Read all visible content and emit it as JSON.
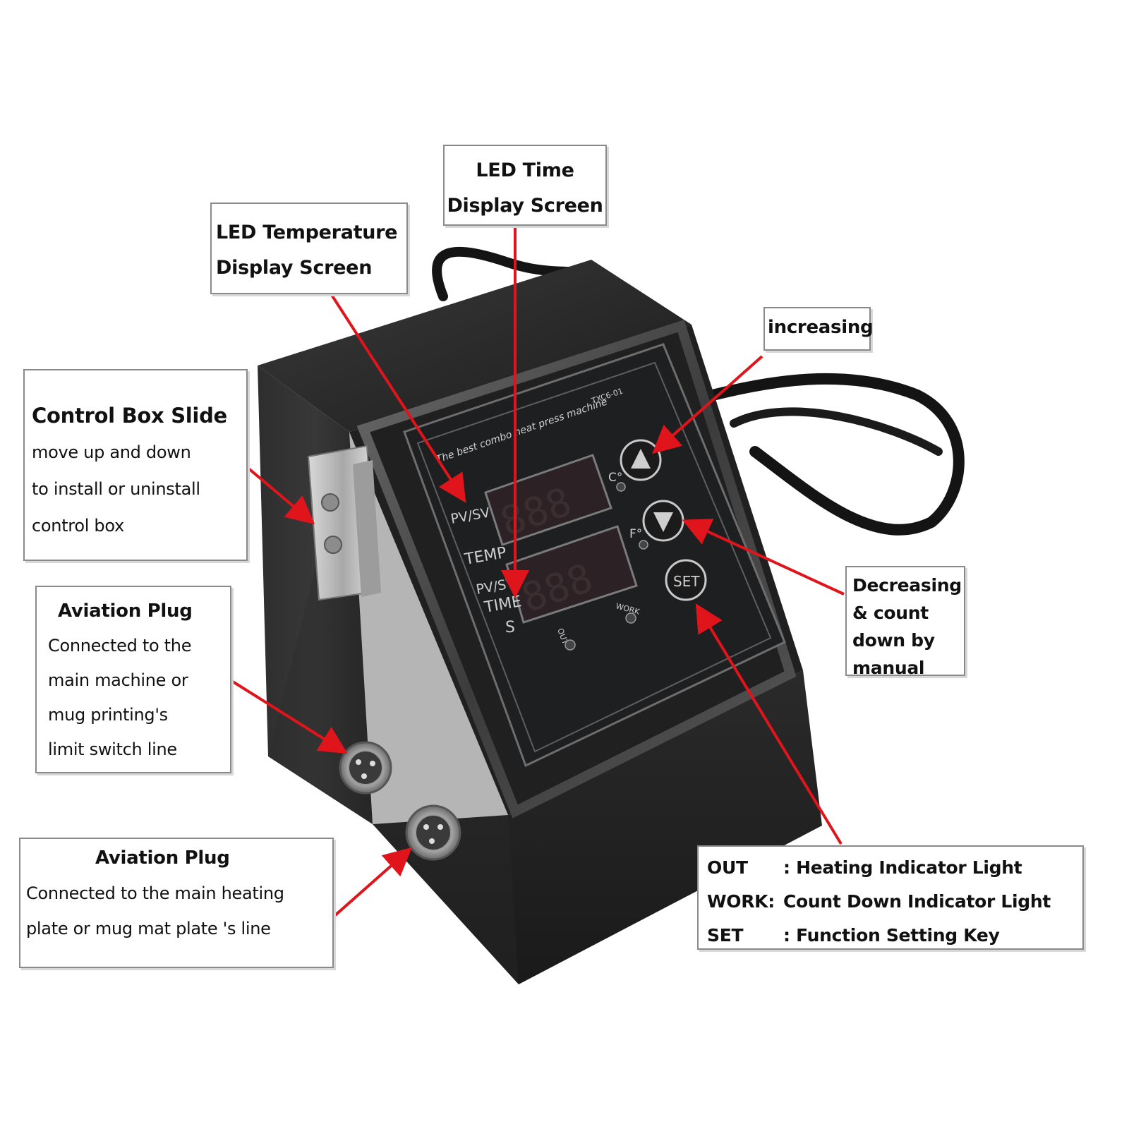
{
  "callouts": {
    "led_time": [
      "LED Time",
      "Display Screen"
    ],
    "led_temp": [
      "LED Temperature",
      "Display Screen"
    ],
    "increasing": "increasing",
    "control_box_slide": [
      "Control Box Slide",
      "move up and down",
      "to install or uninstall",
      "control box"
    ],
    "aviation_plug_1": [
      "Aviation Plug",
      "Connected to the",
      "main machine or",
      "mug printing's",
      "limit switch line"
    ],
    "decreasing": [
      "Decreasing",
      "& count",
      "down by",
      "manual"
    ],
    "aviation_plug_2": [
      "Aviation Plug",
      "Connected to the main heating",
      "plate or mug mat plate 's line"
    ],
    "legend": [
      {
        "key": "OUT",
        "desc": ": Heating Indicator Light"
      },
      {
        "key": "WORK:",
        "desc": "Count Down Indicator Light"
      },
      {
        "key": "SET",
        "desc": ": Function Setting Key"
      }
    ]
  },
  "panel": {
    "brand": "The best combo heat press machine",
    "model": "TXC6-01",
    "pv_sv_top": "PV/SV",
    "temp": "TEMP",
    "pv_sv_bottom": "PV/SV",
    "time": "TIME",
    "s": "S",
    "celsius": "C°",
    "fahrenheit": "F°",
    "set": "SET",
    "out": "OUT",
    "work": "WORK"
  },
  "colors": {
    "arrow": "#e0141b",
    "box_body": "#2a2a2a",
    "panel_face": "#1f2022",
    "display_glass": "#2d1f22"
  }
}
